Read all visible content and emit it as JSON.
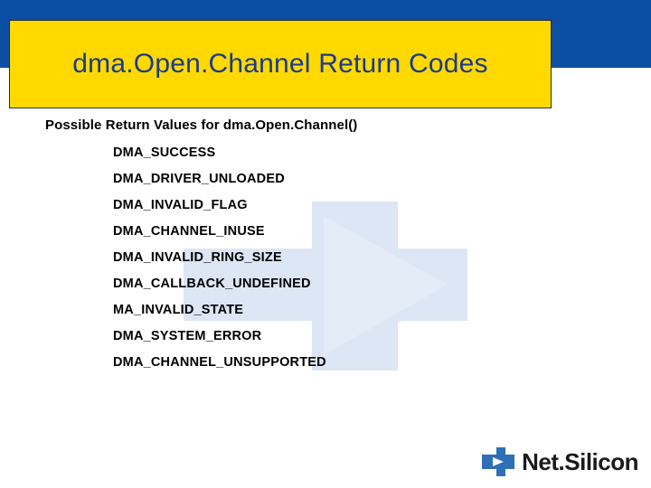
{
  "slide": {
    "title": "dma.Open.Channel Return Codes",
    "lead": "Possible Return Values for dma.Open.Channel()",
    "codes": [
      "DMA_SUCCESS",
      "DMA_DRIVER_UNLOADED",
      "DMA_INVALID_FLAG",
      "DMA_CHANNEL_INUSE",
      "DMA_INVALID_RING_SIZE",
      "DMA_CALLBACK_UNDEFINED",
      "MA_INVALID_STATE",
      "DMA_SYSTEM_ERROR",
      "DMA_CHANNEL_UNSUPPORTED"
    ]
  },
  "branding": {
    "logo_text": "Net.Silicon",
    "logo_name": "NetSilicon"
  },
  "colors": {
    "band_blue": "#0b4ea2",
    "title_plate": "#ffd900",
    "title_text": "#1b3a8c",
    "watermark": "#dce6f5",
    "logo_blue": "#2e6fb7",
    "body_text": "#000000"
  }
}
